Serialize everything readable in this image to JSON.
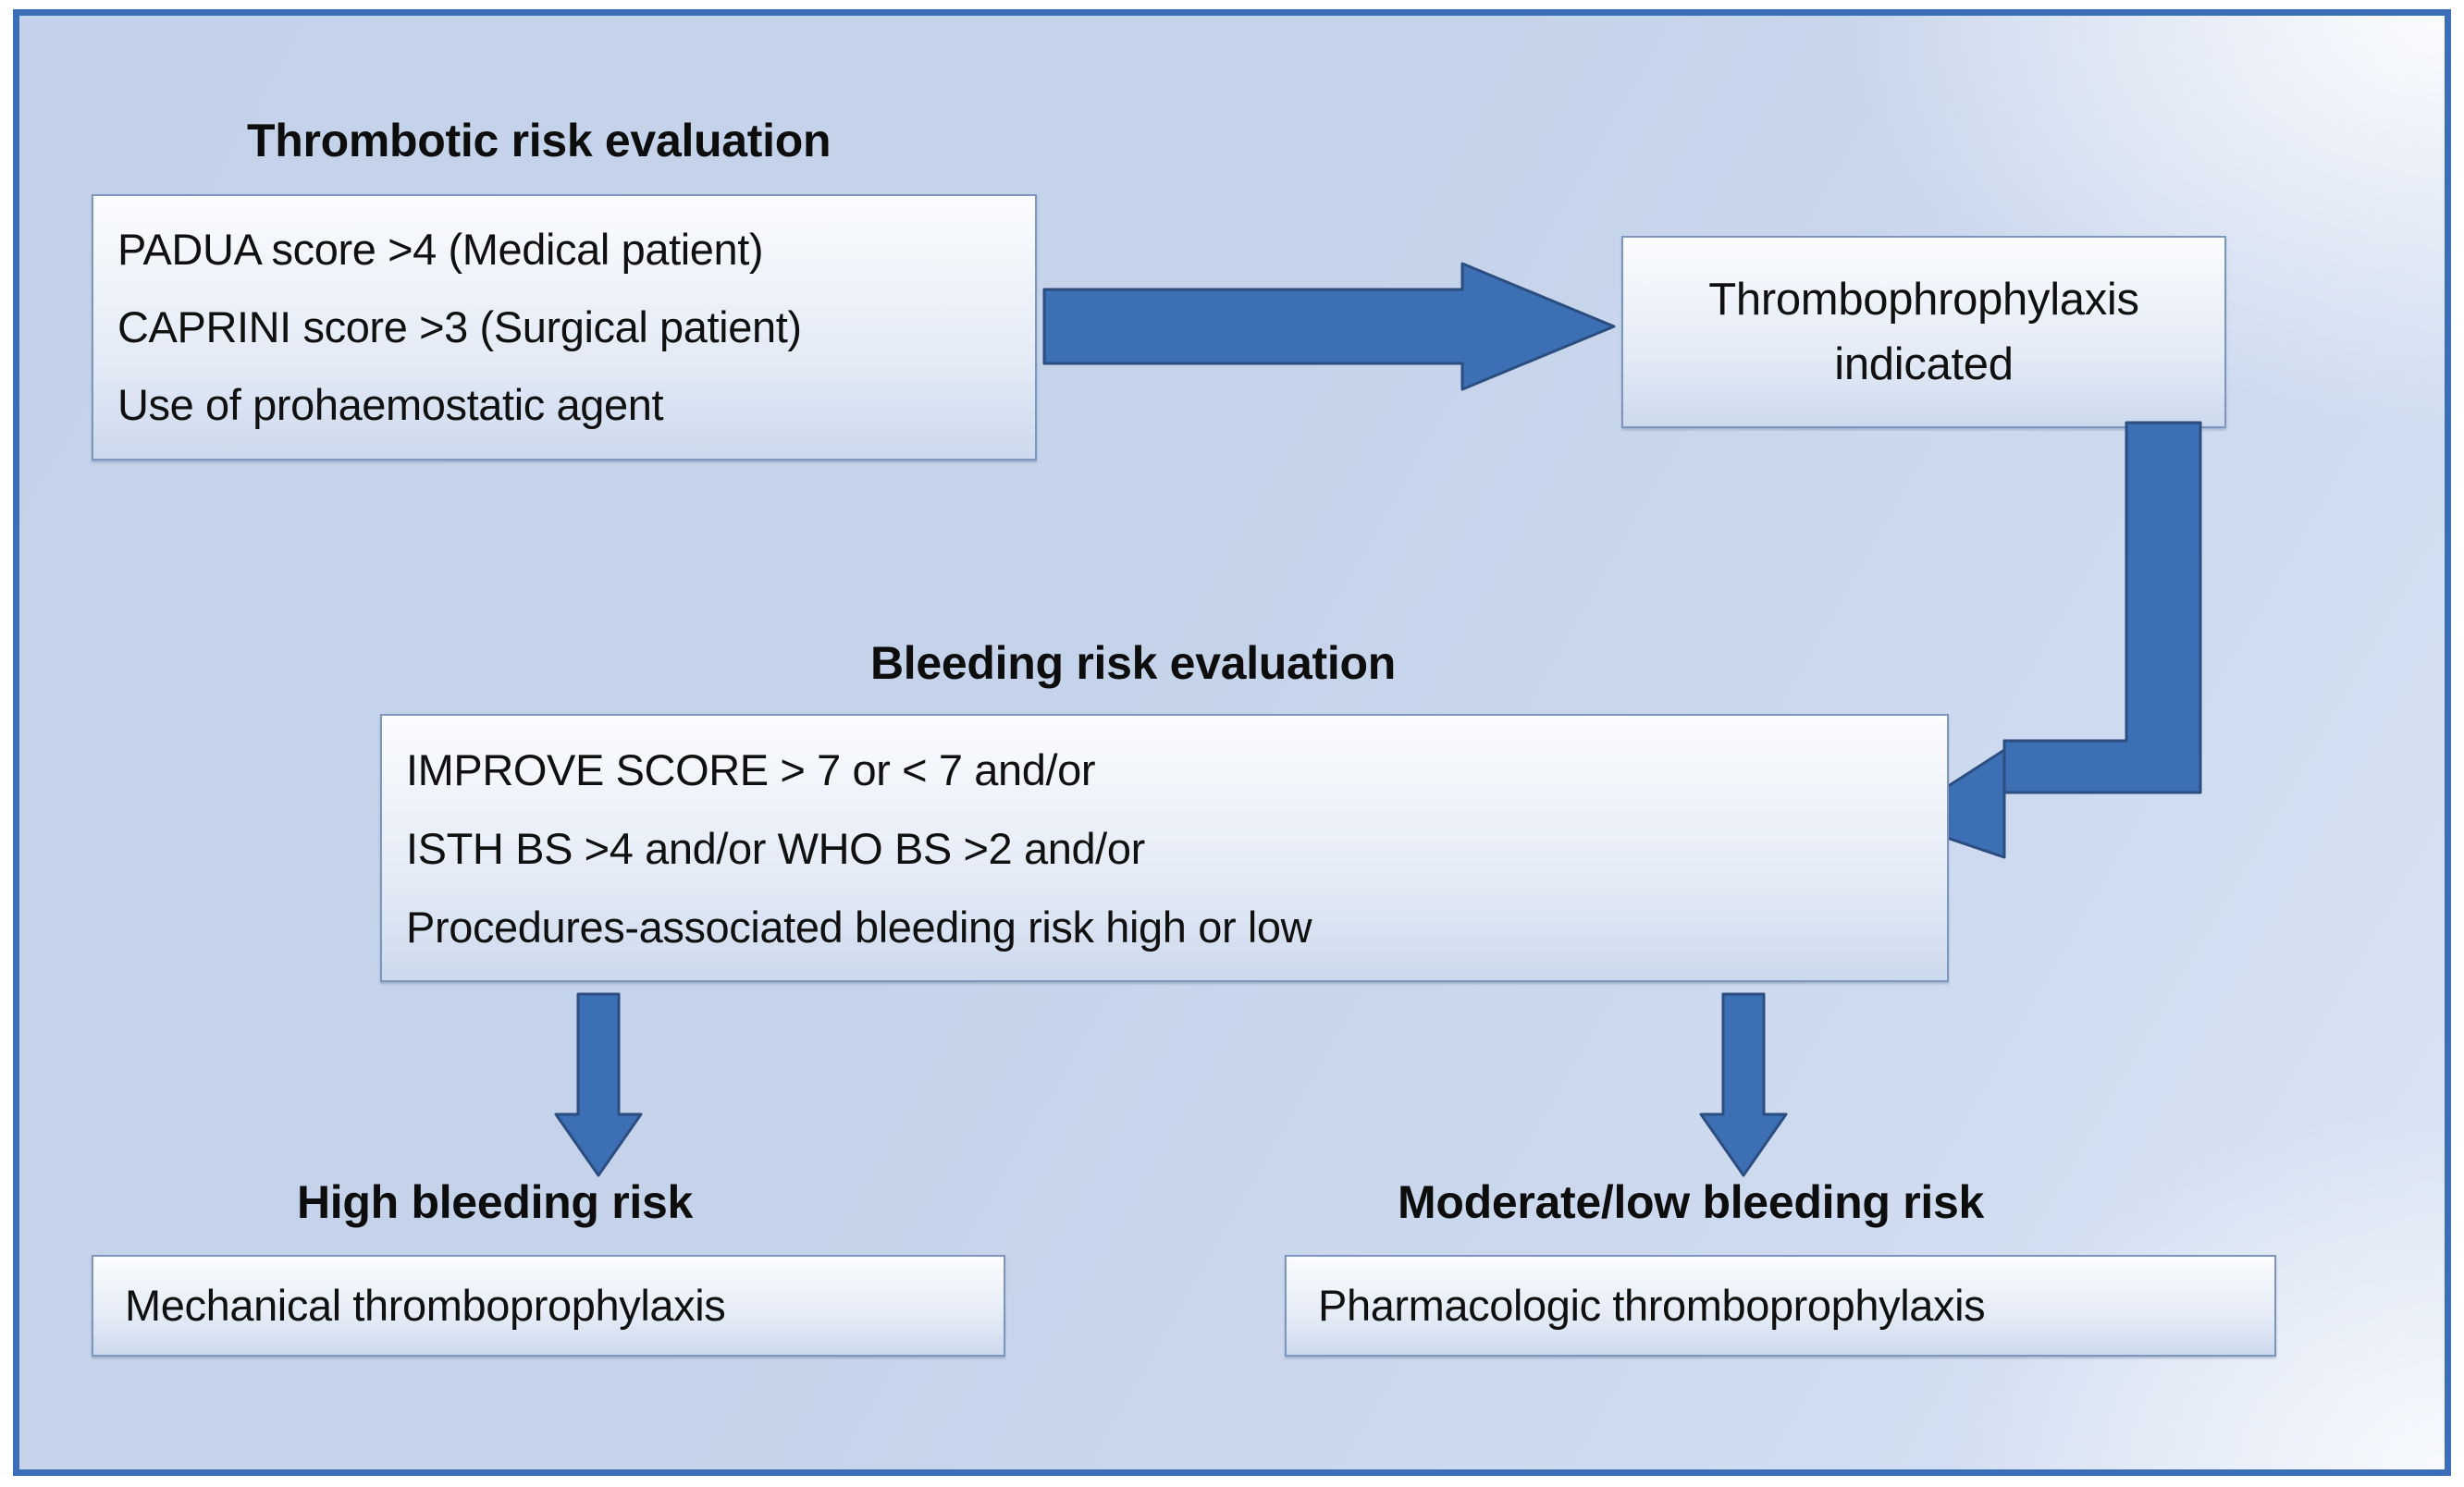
{
  "figure": {
    "title": "Thromboprophylaxis decision flowchart",
    "frame_border_color": "#3a6fb7",
    "background_color": "#c5d3ea",
    "arrow_color": "#3d6fb5",
    "box_border_color": "#7d96bd",
    "text_color": "#101010"
  },
  "sections": {
    "thrombotic": {
      "heading": "Thrombotic risk evaluation",
      "criteria": [
        "PADUA score >4 (Medical patient)",
        "CAPRINI score >3 (Surgical patient)",
        "Use of prohaemostatic agent"
      ]
    },
    "indicated": {
      "lines": [
        "Thrombophrophylaxis",
        "indicated"
      ]
    },
    "bleeding": {
      "heading": "Bleeding risk evaluation",
      "criteria": [
        "IMPROVE SCORE > 7 or < 7 and/or",
        "ISTH BS >4 and/or WHO BS >2 and/or",
        "Procedures-associated bleeding risk high or low"
      ]
    },
    "outcome_high": {
      "heading": "High bleeding risk",
      "action": "Mechanical thromboprophylaxis"
    },
    "outcome_moderate": {
      "heading": "Moderate/low bleeding risk",
      "action": "Pharmacologic thromboprophylaxis"
    }
  },
  "arrows": [
    {
      "name": "thrombotic-to-indicated",
      "direction": "right"
    },
    {
      "name": "indicated-to-bleeding",
      "direction": "elbow-down-left"
    },
    {
      "name": "bleeding-to-high-risk",
      "direction": "down"
    },
    {
      "name": "bleeding-to-moderate-risk",
      "direction": "down"
    }
  ]
}
